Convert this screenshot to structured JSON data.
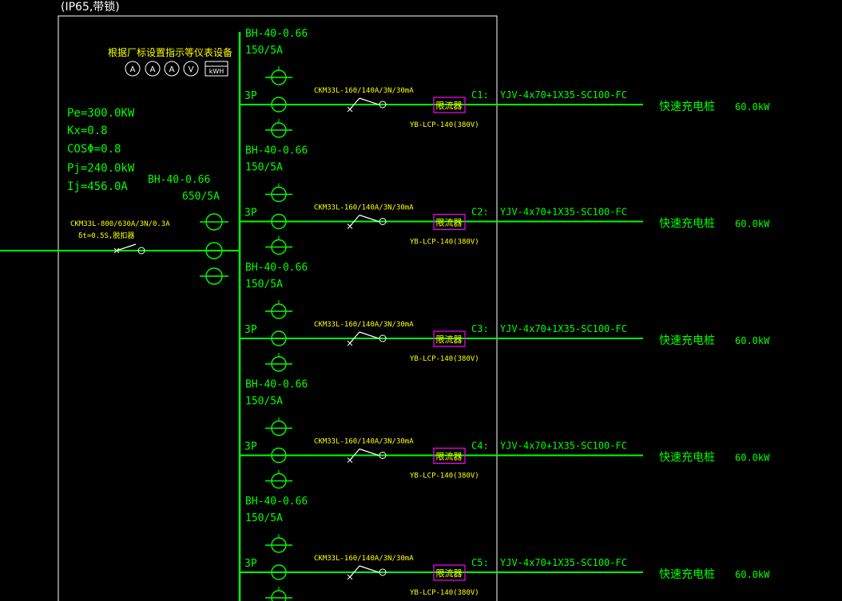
{
  "panel": {
    "header_note": "(IP65,带锁)",
    "meter_note": "根据厂标设置指示等仪表设备",
    "meters": [
      "A",
      "A",
      "A",
      "V"
    ],
    "kwh_label": "kWH",
    "params": [
      "Pe=300.0KW",
      "Kx=0.8",
      "COSΦ=0.8",
      "Pj=240.0kW",
      "Ij=456.0A"
    ]
  },
  "incoming": {
    "breaker": "CKM33L-800/630A/3N/0.3A",
    "breaker_note": "δt=0.5S,脱扣器",
    "ct_type": "BH-40-0.66",
    "ct_ratio": "650/5A"
  },
  "branches": [
    {
      "ct_type": "BH-40-0.66",
      "ct_ratio": "150/5A",
      "poles": "3P",
      "breaker": "CKM33L-160/140A/3N/30mA",
      "limiter": "限流器",
      "limiter_model": "YB-LCP-140(380V)",
      "circuit": "C1:",
      "cable": "YJV-4x70+1X35-SC100-FC",
      "load": "快速充电桩",
      "power": "60.0kW"
    },
    {
      "ct_type": "BH-40-0.66",
      "ct_ratio": "150/5A",
      "poles": "3P",
      "breaker": "CKM33L-160/140A/3N/30mA",
      "limiter": "限流器",
      "limiter_model": "YB-LCP-140(380V)",
      "circuit": "C2:",
      "cable": "YJV-4x70+1X35-SC100-FC",
      "load": "快速充电桩",
      "power": "60.0kW"
    },
    {
      "ct_type": "BH-40-0.66",
      "ct_ratio": "150/5A",
      "poles": "3P",
      "breaker": "CKM33L-160/140A/3N/30mA",
      "limiter": "限流器",
      "limiter_model": "YB-LCP-140(380V)",
      "circuit": "C3:",
      "cable": "YJV-4x70+1X35-SC100-FC",
      "load": "快速充电桩",
      "power": "60.0kW"
    },
    {
      "ct_type": "BH-40-0.66",
      "ct_ratio": "150/5A",
      "poles": "3P",
      "breaker": "CKM33L-160/140A/3N/30mA",
      "limiter": "限流器",
      "limiter_model": "YB-LCP-140(380V)",
      "circuit": "C4:",
      "cable": "YJV-4x70+1X35-SC100-FC",
      "load": "快速充电桩",
      "power": "60.0kW"
    },
    {
      "ct_type": "BH-40-0.66",
      "ct_ratio": "150/5A",
      "poles": "3P",
      "breaker": "CKM33L-160/140A/3N/30mA",
      "limiter": "限流器",
      "limiter_model": "YB-LCP-140(380V)",
      "circuit": "C5:",
      "cable": "YJV-4x70+1X35-SC100-FC",
      "load": "快速充电桩",
      "power": "60.0kW"
    }
  ]
}
